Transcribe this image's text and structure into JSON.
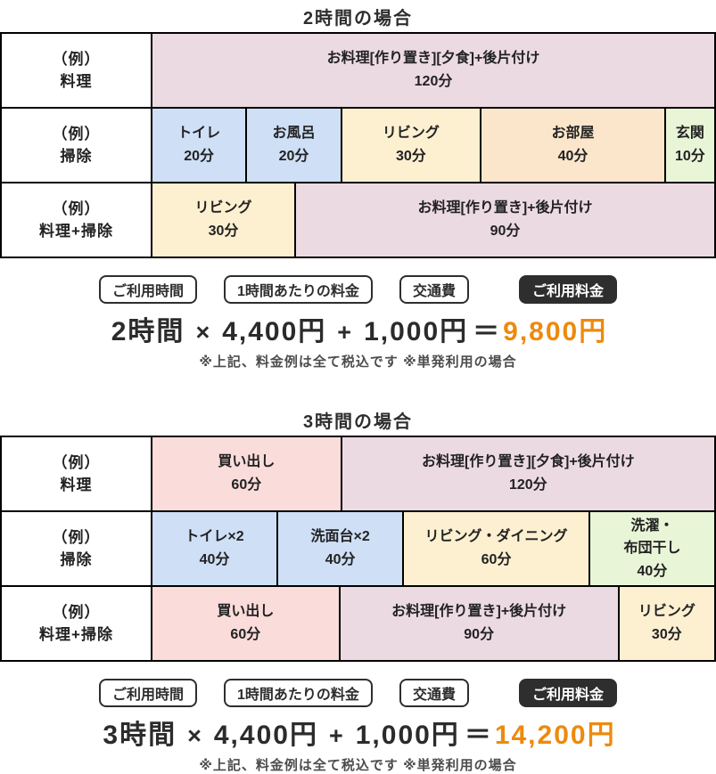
{
  "colors": {
    "accent_orange": "#ED8A0D",
    "text_dark": "#2e2e2e",
    "border": "#000000",
    "badge_dark_bg": "#2e2e2e",
    "cell_cooking_mauve": "#ECDAE2",
    "cell_blue": "#CEDFF6",
    "cell_cream": "#FDF0D1",
    "cell_peach": "#FBE6CC",
    "cell_green": "#E8F5D7",
    "cell_pink": "#FADCDA"
  },
  "chart_data": {
    "type": "table",
    "description": "Housekeeping service time-allocation examples and price formulas for 2-hour and 3-hour visits",
    "plans": [
      {
        "title": "2時間の場合",
        "total_minutes": 120,
        "rows": [
          {
            "label1": "（例）",
            "label2": "料理",
            "cells": [
              {
                "title": "お料理[作り置き][夕食]+後片付け",
                "duration": "120分",
                "minutes": 120,
                "color": "#ECDAE2"
              }
            ]
          },
          {
            "label1": "（例）",
            "label2": "掃除",
            "cells": [
              {
                "title": "トイレ",
                "duration": "20分",
                "minutes": 20,
                "color": "#CEDFF6"
              },
              {
                "title": "お風呂",
                "duration": "20分",
                "minutes": 20,
                "color": "#CEDFF6"
              },
              {
                "title": "リビング",
                "duration": "30分",
                "minutes": 30,
                "color": "#FDF0D1"
              },
              {
                "title": "お部屋",
                "duration": "40分",
                "minutes": 40,
                "color": "#FBE6CC"
              },
              {
                "title": "玄関",
                "duration": "10分",
                "minutes": 10,
                "color": "#E8F5D7"
              }
            ]
          },
          {
            "label1": "（例）",
            "label2": "料理+掃除",
            "cells": [
              {
                "title": "リビング",
                "duration": "30分",
                "minutes": 30,
                "color": "#FDF0D1"
              },
              {
                "title": "お料理[作り置き]+後片付け",
                "duration": "90分",
                "minutes": 90,
                "color": "#ECDAE2"
              }
            ]
          }
        ],
        "pricing": {
          "badge_time": "ご利用時間",
          "badge_rate": "1時間あたりの料金",
          "badge_transport": "交通費",
          "badge_total": "ご利用料金",
          "hours": "2時間",
          "times_sign": "×",
          "rate": "4,400円",
          "plus_sign": "+",
          "transport_fee": "1,000円",
          "equals_sign": "＝",
          "total": "9,800円",
          "note": "※上記、料金例は全て税込です ※単発利用の場合"
        }
      },
      {
        "title": "3時間の場合",
        "total_minutes": 180,
        "rows": [
          {
            "label1": "（例）",
            "label2": "料理",
            "cells": [
              {
                "title": "買い出し",
                "duration": "60分",
                "minutes": 60,
                "color": "#FADCDA"
              },
              {
                "title": "お料理[作り置き][夕食]+後片付け",
                "duration": "120分",
                "minutes": 120,
                "color": "#ECDAE2"
              }
            ]
          },
          {
            "label1": "（例）",
            "label2": "掃除",
            "cells": [
              {
                "title": "トイレ×2",
                "duration": "40分",
                "minutes": 40,
                "color": "#CEDFF6"
              },
              {
                "title": "洗面台×2",
                "duration": "40分",
                "minutes": 40,
                "color": "#CEDFF6"
              },
              {
                "title": "リビング・ダイニング",
                "duration": "60分",
                "minutes": 60,
                "color": "#FDF0D1"
              },
              {
                "title": "洗濯・\n布団干し",
                "duration": "40分",
                "minutes": 40,
                "color": "#E8F5D7"
              }
            ]
          },
          {
            "label1": "（例）",
            "label2": "料理+掃除",
            "cells": [
              {
                "title": "買い出し",
                "duration": "60分",
                "minutes": 60,
                "color": "#FADCDA"
              },
              {
                "title": "お料理[作り置き]+後片付け",
                "duration": "90分",
                "minutes": 90,
                "color": "#ECDAE2"
              },
              {
                "title": "リビング",
                "duration": "30分",
                "minutes": 30,
                "color": "#FDF0D1"
              }
            ]
          }
        ],
        "pricing": {
          "badge_time": "ご利用時間",
          "badge_rate": "1時間あたりの料金",
          "badge_transport": "交通費",
          "badge_total": "ご利用料金",
          "hours": "3時間",
          "times_sign": "×",
          "rate": "4,400円",
          "plus_sign": "+",
          "transport_fee": "1,000円",
          "equals_sign": "＝",
          "total": "14,200円",
          "note": "※上記、料金例は全て税込です ※単発利用の場合"
        }
      }
    ]
  }
}
